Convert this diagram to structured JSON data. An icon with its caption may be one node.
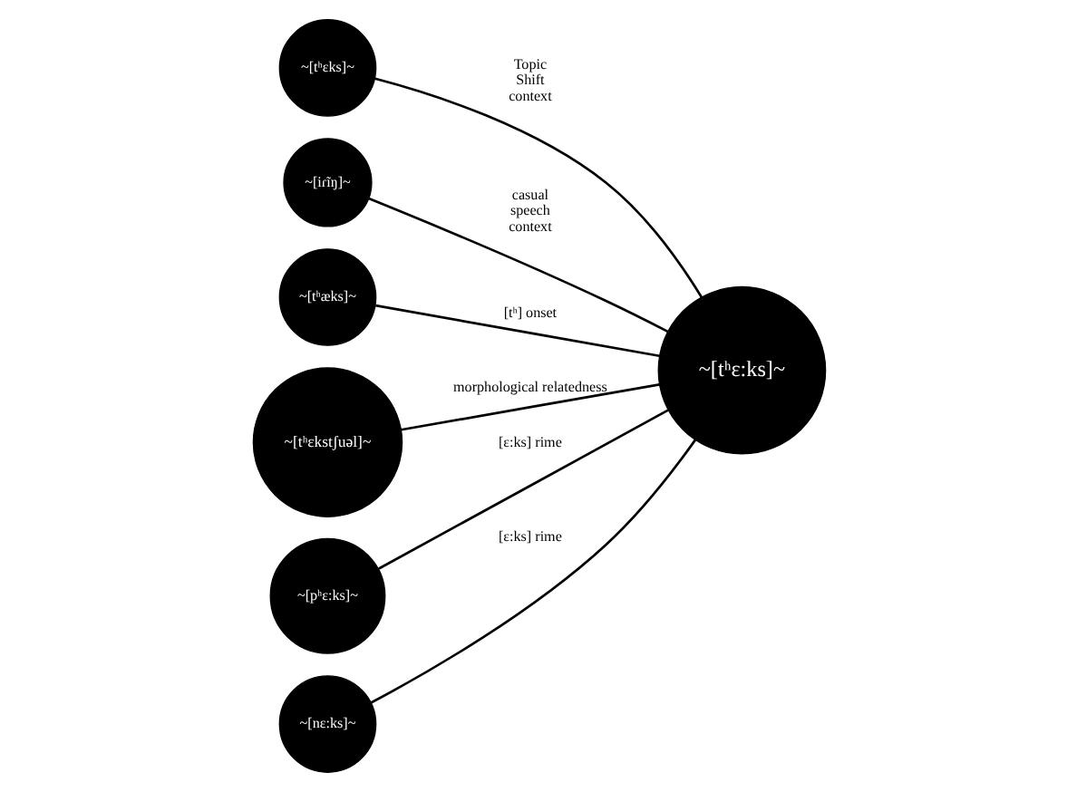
{
  "diagram": {
    "nodes": [
      {
        "text": [
          "~[tʰɛks]~"
        ]
      },
      {
        "text": [
          "~[iɾĩŋ]~"
        ]
      },
      {
        "text": [
          "~[tʰæks]~"
        ]
      },
      {
        "text": [
          "~[tʰɛkstʃuəl]~"
        ]
      },
      {
        "text": [
          "~[tʰɛ:ks]~"
        ]
      },
      {
        "text": [
          "~[pʰɛ:ks]~"
        ]
      },
      {
        "text": [
          "~[nɛ:ks]~"
        ]
      }
    ],
    "edges": [
      {
        "from": 4,
        "to": 0,
        "arrow": "none",
        "label": "Topic Shift context"
      },
      {
        "from": 4,
        "to": 1,
        "arrow": "none",
        "label": "casual speech context"
      },
      {
        "from": 4,
        "to": 2,
        "arrow": "none",
        "label": "[tʰ] onset"
      },
      {
        "from": 4,
        "to": 3,
        "arrow": "none",
        "label": "morphological relatedness"
      },
      {
        "from": 4,
        "to": 5,
        "arrow": "none",
        "label": "[ɛ:ks] rime"
      },
      {
        "from": 4,
        "to": 6,
        "arrow": "none",
        "label": "[ɛ:ks] rime"
      }
    ]
  }
}
